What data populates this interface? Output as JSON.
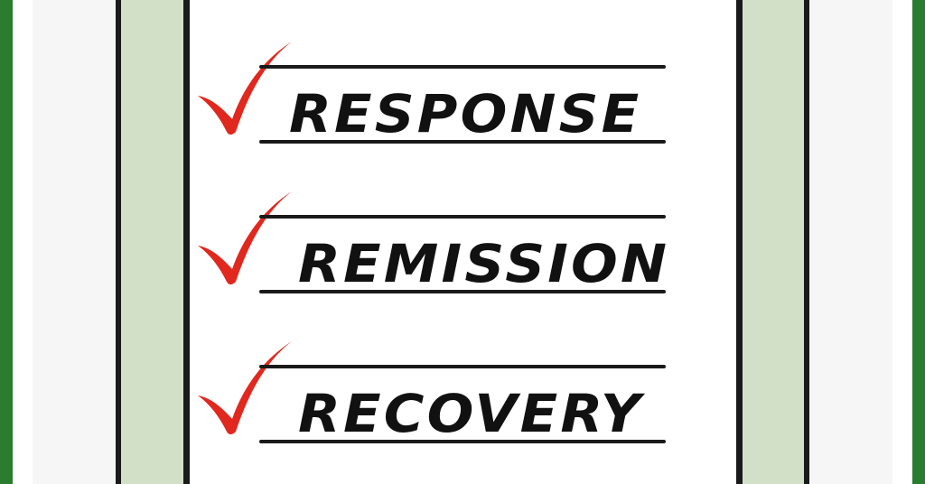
{
  "checklist": {
    "items": [
      {
        "label": "RESPONSE",
        "checked": true
      },
      {
        "label": "REMISSION",
        "checked": true
      },
      {
        "label": "RECOVERY",
        "checked": true
      }
    ]
  },
  "colors": {
    "frame_green": "#2a7d2e",
    "panel_green": "#d3e0c8",
    "check_red": "#e0281e",
    "gray": "#f6f6f6"
  }
}
